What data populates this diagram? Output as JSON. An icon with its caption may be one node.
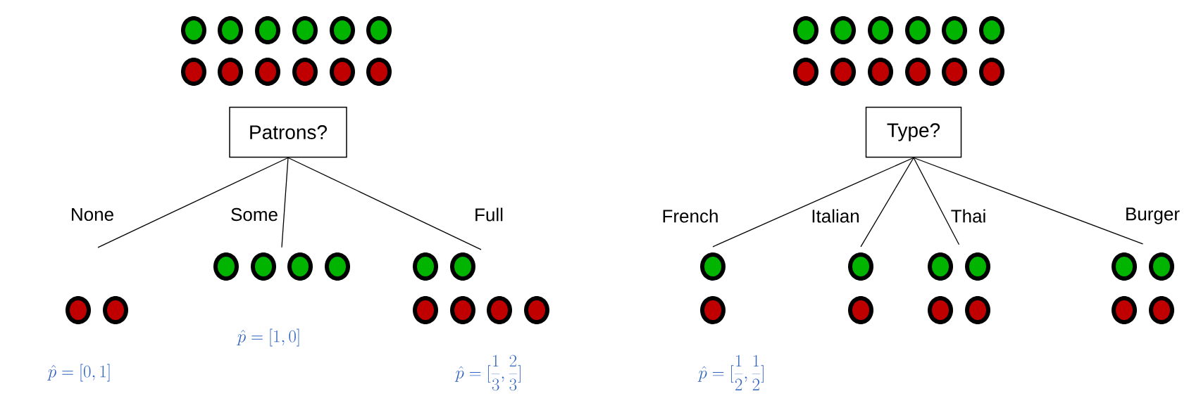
{
  "diagram": {
    "nodes": [
      {
        "text": [
          "Patrons?"
        ]
      },
      {
        "text": [],
        "shape": "circle"
      },
      {
        "text": [],
        "shape": "circle"
      },
      {
        "text": [],
        "shape": "circle"
      },
      {
        "text": [
          "Type?"
        ]
      },
      {
        "text": [],
        "shape": "circle"
      },
      {
        "text": [],
        "shape": "circle"
      },
      {
        "text": [],
        "shape": "circle"
      },
      {
        "text": [],
        "shape": "circle"
      }
    ],
    "edges": [
      {
        "from": 0,
        "to": 1,
        "arrow": "none",
        "label": "None"
      },
      {
        "from": 0,
        "to": 2,
        "arrow": "none",
        "label": "Some"
      },
      {
        "from": 0,
        "to": 3,
        "arrow": "none",
        "label": "Full"
      },
      {
        "from": 4,
        "to": 5,
        "arrow": "none",
        "label": "French"
      },
      {
        "from": 4,
        "to": 6,
        "arrow": "none",
        "label": "Italian"
      },
      {
        "from": 4,
        "to": 7,
        "arrow": "none",
        "label": "Thai"
      },
      {
        "from": 4,
        "to": 8,
        "arrow": "none",
        "label": "Burger"
      }
    ],
    "labels": [
      "\\hat{p}=[0,1]",
      "\\hat{p}=[1,0]",
      "\\hat{p}=[\\frac{1}{3},\\frac{2}{3}]",
      "\\hat{p}=[\\frac{1}{2},\\frac{1}{2}]"
    ]
  }
}
